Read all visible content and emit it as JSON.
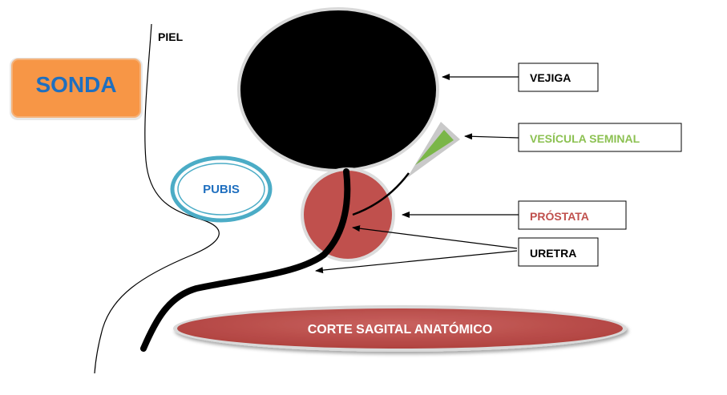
{
  "labels": {
    "sonda": "SONDA",
    "piel": "PIEL",
    "pubis": "PUBIS",
    "vejiga": "VEJIGA",
    "vesicula": "VESÍCULA SEMINAL",
    "prostata": "PRÓSTATA",
    "uretra": "URETRA",
    "corte": "CORTE SAGITAL ANATÓMICO"
  },
  "colors": {
    "sonda_fill": "#f79646",
    "sonda_text": "#1f6fbf",
    "pubis_ring": "#4bacc6",
    "pubis_text": "#1f6fbf",
    "vejiga": "#000000",
    "vesicula_fill": "#7ab648",
    "vesicula_text": "#8cc152",
    "prostata_fill": "#c0504d",
    "prostata_text": "#c0504d",
    "corte_fill": "#c0504d",
    "corte_text": "#ffffff",
    "label_text": "#000000"
  }
}
